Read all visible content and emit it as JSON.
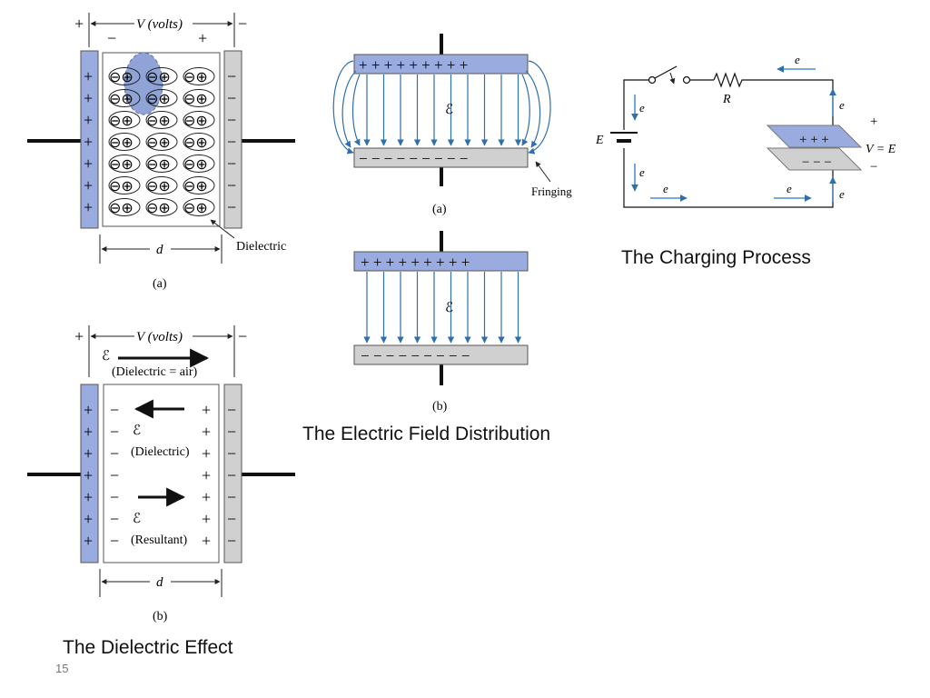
{
  "slide": {
    "number": "15"
  },
  "captions": {
    "electric_field": "The Electric Field Distribution",
    "charging": "The Charging Process",
    "dielectric_effect": "The Dielectric Effect"
  },
  "colors": {
    "positive_plate": "#9aacdf",
    "negative_plate": "#d0d0d0",
    "field_line": "#2f6fae",
    "charge_line": "#2f77c0",
    "wire": "#111111"
  },
  "polar_figure": {
    "voltage_label": "V (volts)",
    "left_terminal": "+",
    "right_terminal": "−",
    "inner_minus": "−",
    "inner_plus": "+",
    "plate_plus": "+",
    "plate_minus": "−",
    "dipole": "⊖⊕",
    "dielectric_label": "Dielectric",
    "d_label": "d",
    "sub_label": "(a)"
  },
  "field_a": {
    "plus_row": "+ + + + + + + + +",
    "minus_row": "− − − − − − − − −",
    "field_symbol": "ℰ",
    "fringing_label": "Fringing",
    "sub_label": "(a)"
  },
  "field_b": {
    "plus_row": "+ + + + + + + + +",
    "minus_row": "− − − − − − − − −",
    "field_symbol": "ℰ",
    "sub_label": "(b)"
  },
  "charging": {
    "electron": "e",
    "E_label": "E",
    "R_label": "R",
    "plus_row": "+ + +",
    "minus_row": "− − −",
    "plus_sign": "+",
    "minus_sign": "−",
    "v_label": "V = E"
  },
  "dielectric_effect": {
    "voltage_label": "V (volts)",
    "left_terminal": "+",
    "right_terminal": "−",
    "field_symbol": "ℰ",
    "air_label": "(Dielectric = air)",
    "dielectric_label": "(Dielectric)",
    "resultant_label": "(Resultant)",
    "plus": "+",
    "minus": "−",
    "d_label": "d",
    "sub_label": "(b)"
  }
}
